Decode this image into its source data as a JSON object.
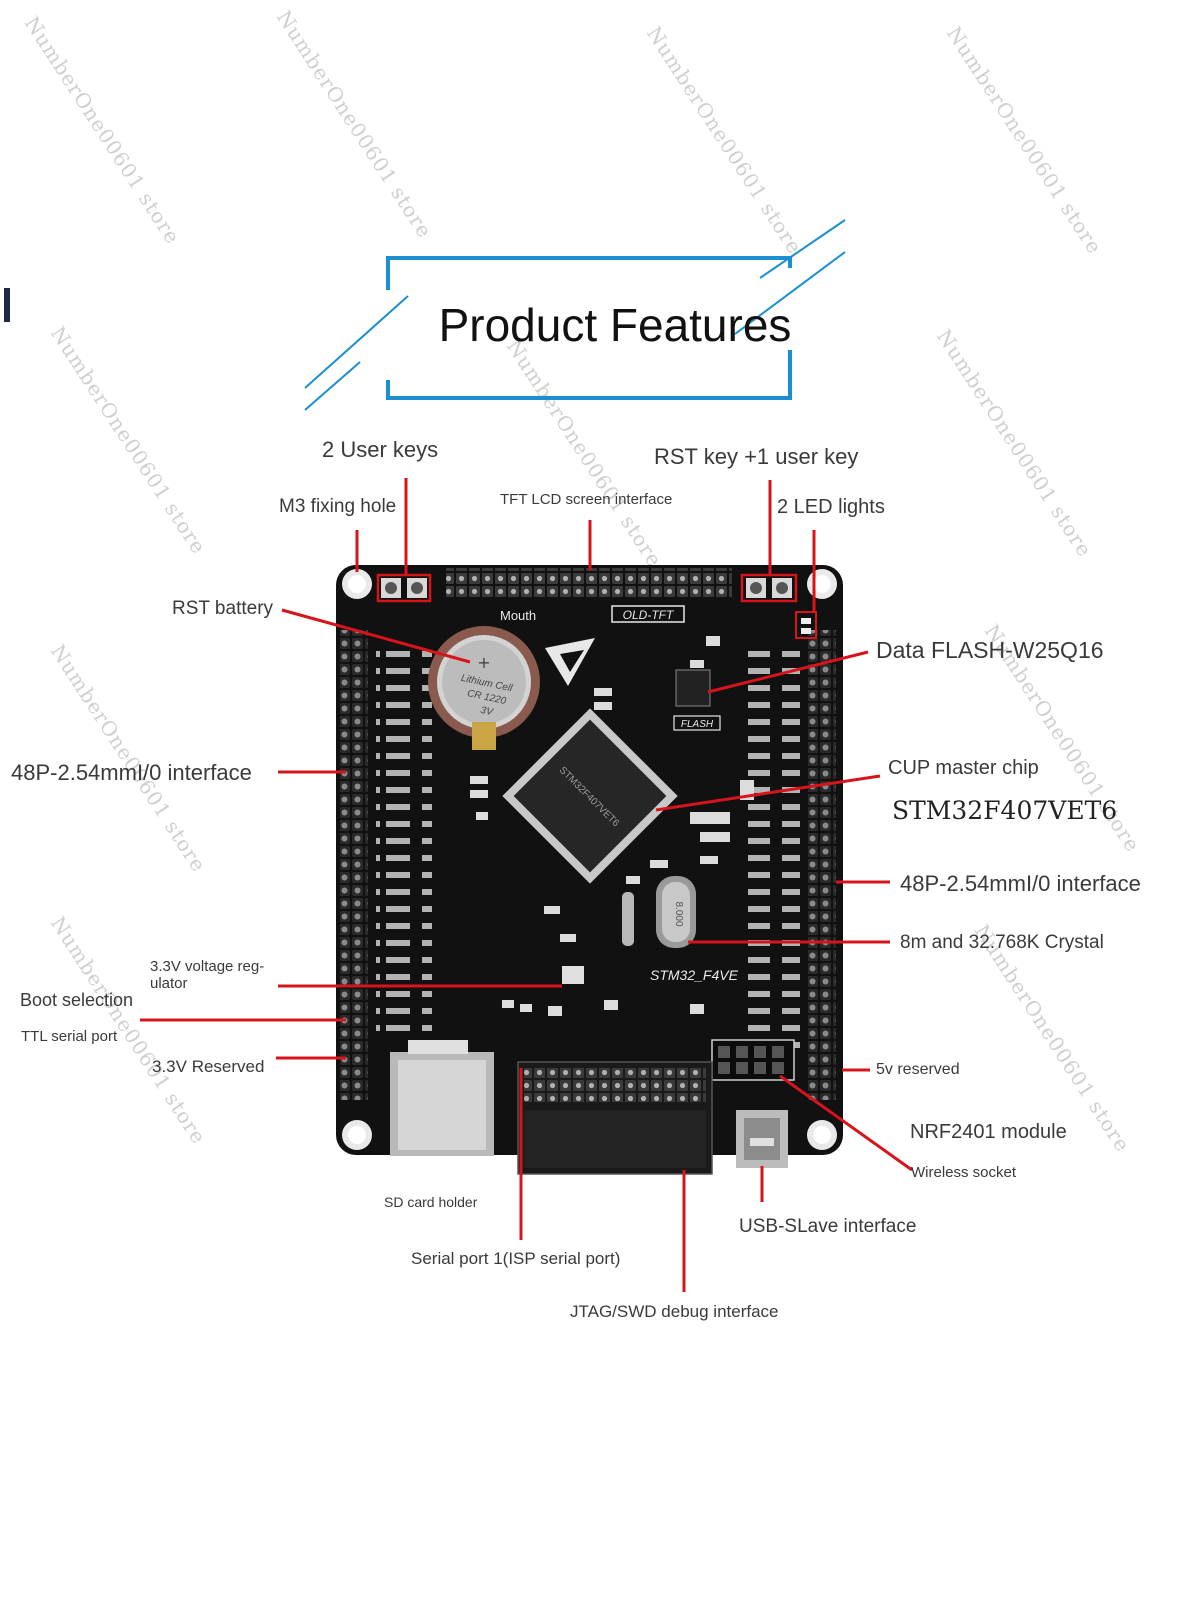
{
  "title": "Product Features",
  "watermark": "NumberOne00601 store",
  "colors": {
    "title_frame": "#1a8fd1",
    "callout_line": "#d7141a",
    "board": "#111111",
    "silkscreen": "#e8e8e8"
  },
  "labels": {
    "user_keys": "2 User keys",
    "rst_user_key": "RST key +1 user key",
    "m3_hole": "M3 fixing hole",
    "tft_lcd": "TFT LCD screen interface",
    "led_lights": "2 LED lights",
    "rst_battery": "RST battery",
    "data_flash": "Data FLASH-W25Q16",
    "io_left": "48P-2.54mmI/0 interface",
    "cpu_chip": "CUP master chip",
    "chip_model": "STM32F407VET6",
    "io_right": "48P-2.54mmI/0 interface",
    "crystal": "8m and 32.768K Crystal",
    "regulator": "3.3V voltage reg-\nulator",
    "boot_selection": "Boot selection",
    "ttl_serial": "TTL serial port",
    "reserved_33v": "3.3V Reserved",
    "reserved_5v": "5v reserved",
    "nrf2401": "NRF2401 module",
    "wireless_socket": "Wireless socket",
    "usb_slave": "USB-SLave interface",
    "sd_card": "SD card holder",
    "serial_port1": "Serial port 1(ISP serial port)",
    "jtag": "JTAG/SWD debug interface"
  },
  "board_silkscreen": {
    "mouth": "Mouth",
    "oled_tft": "OLD-TFT",
    "battery_line1": "Lithium Cell",
    "battery_line2": "CR 1220",
    "battery_line3": "3V",
    "flash": "FLASH",
    "board_name": "STM32_F4VE",
    "mcu_print": "STM32F407VET6",
    "crystal_print": "8.000"
  }
}
